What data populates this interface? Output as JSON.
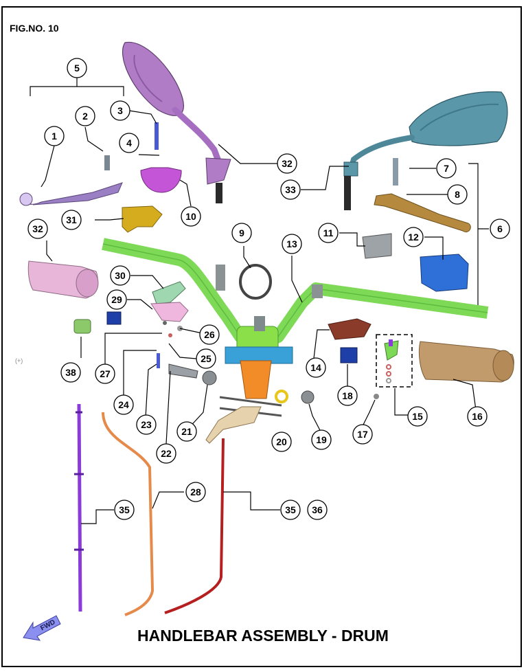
{
  "figure_number": "FIG.NO. 10",
  "title": "HANDLEBAR ASSEMBLY - DRUM",
  "direction_label": "FWD",
  "side_mark": "(+)",
  "callouts": [
    "1",
    "2",
    "3",
    "4",
    "5",
    "6",
    "7",
    "8",
    "10",
    "11",
    "12",
    "13",
    "14",
    "15",
    "16",
    "17",
    "18",
    "19",
    "20",
    "21",
    "22",
    "23",
    "24",
    "25",
    "26",
    "27",
    "28",
    "29",
    "30",
    "31",
    "32",
    "32",
    "33",
    "35",
    "35",
    "36",
    "38",
    "9"
  ],
  "parts": [
    {
      "name": "left-mirror",
      "color": "#b07cc6"
    },
    {
      "name": "right-mirror",
      "color": "#5a97a8"
    },
    {
      "name": "handlebar-pipe",
      "color": "#7ed957"
    },
    {
      "name": "steering-stem",
      "color": "#f28c28"
    },
    {
      "name": "left-grip",
      "color": "#e7b6d9"
    },
    {
      "name": "right-grip",
      "color": "#c29b6d"
    },
    {
      "name": "brake-lever-left",
      "color": "#9b7fc4"
    },
    {
      "name": "brake-lever-right",
      "color": "#b68a3e"
    },
    {
      "name": "master-cylinder",
      "color": "#2f6fd8"
    },
    {
      "name": "speedometer-cable",
      "color": "#8a3bd9"
    },
    {
      "name": "throttle-cable",
      "color": "#e58a4a"
    },
    {
      "name": "brake-cable",
      "color": "#b51f1f"
    }
  ]
}
